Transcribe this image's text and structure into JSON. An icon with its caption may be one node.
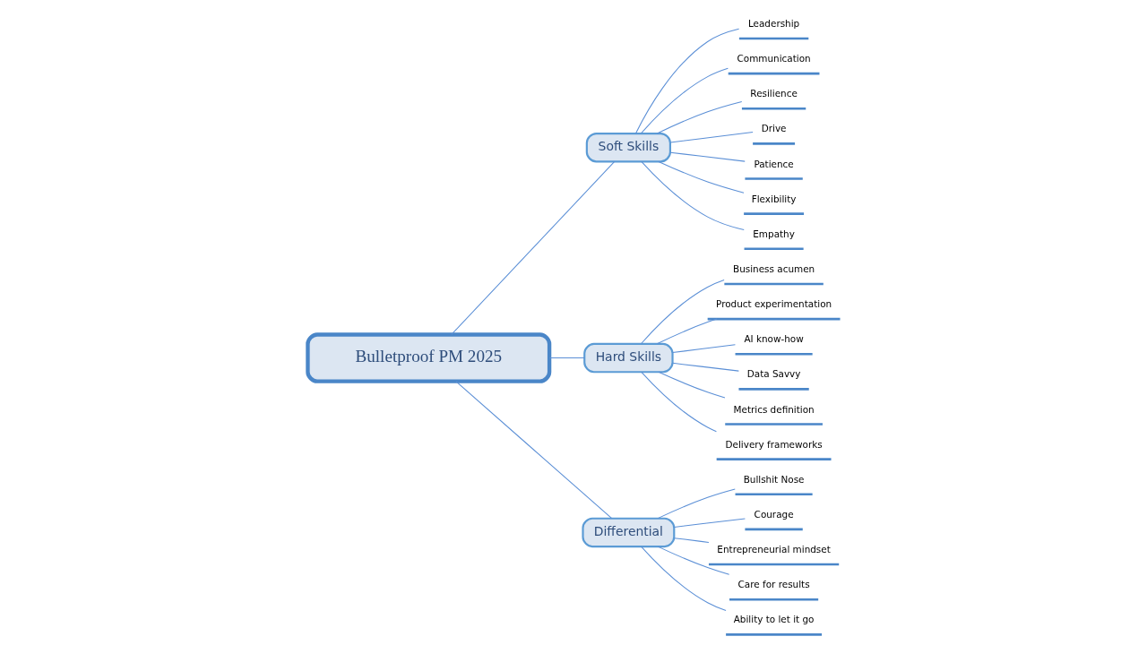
{
  "diagram": {
    "nodes": [
      {
        "text": [
          "Bulletproof PM 2025"
        ]
      },
      {
        "text": [
          "Soft Skills"
        ]
      },
      {
        "text": [
          "Leadership"
        ]
      },
      {
        "text": [
          "Communication"
        ]
      },
      {
        "text": [
          "Resilience"
        ]
      },
      {
        "text": [
          "Drive"
        ]
      },
      {
        "text": [
          "Patience"
        ]
      },
      {
        "text": [
          "Flexibility"
        ]
      },
      {
        "text": [
          "Empathy"
        ]
      },
      {
        "text": [
          "Hard Skills"
        ]
      },
      {
        "text": [
          "Business acumen"
        ]
      },
      {
        "text": [
          "Product experimentation"
        ]
      },
      {
        "text": [
          "AI know-how"
        ]
      },
      {
        "text": [
          "Data Savvy"
        ]
      },
      {
        "text": [
          "Metrics definition"
        ]
      },
      {
        "text": [
          "Delivery frameworks"
        ]
      },
      {
        "text": [
          "Differential"
        ]
      },
      {
        "text": [
          "Bullshit Nose"
        ]
      },
      {
        "text": [
          "Courage"
        ]
      },
      {
        "text": [
          "Entrepreneurial mindset"
        ]
      },
      {
        "text": [
          "Care for results"
        ]
      },
      {
        "text": [
          "Ability to let it go"
        ]
      }
    ],
    "edges": [
      {
        "from": 0,
        "to": 1,
        "arrow": "none"
      },
      {
        "from": 1,
        "to": 2,
        "arrow": "none"
      },
      {
        "from": 1,
        "to": 3,
        "arrow": "none"
      },
      {
        "from": 1,
        "to": 4,
        "arrow": "none"
      },
      {
        "from": 1,
        "to": 5,
        "arrow": "none"
      },
      {
        "from": 1,
        "to": 6,
        "arrow": "none"
      },
      {
        "from": 1,
        "to": 7,
        "arrow": "none"
      },
      {
        "from": 1,
        "to": 8,
        "arrow": "none"
      },
      {
        "from": 0,
        "to": 9,
        "arrow": "none"
      },
      {
        "from": 9,
        "to": 10,
        "arrow": "none"
      },
      {
        "from": 9,
        "to": 11,
        "arrow": "none"
      },
      {
        "from": 9,
        "to": 12,
        "arrow": "none"
      },
      {
        "from": 9,
        "to": 13,
        "arrow": "none"
      },
      {
        "from": 9,
        "to": 14,
        "arrow": "none"
      },
      {
        "from": 9,
        "to": 15,
        "arrow": "none"
      },
      {
        "from": 0,
        "to": 16,
        "arrow": "none"
      },
      {
        "from": 16,
        "to": 17,
        "arrow": "none"
      },
      {
        "from": 16,
        "to": 18,
        "arrow": "none"
      },
      {
        "from": 16,
        "to": 19,
        "arrow": "none"
      },
      {
        "from": 16,
        "to": 20,
        "arrow": "none"
      },
      {
        "from": 16,
        "to": 21,
        "arrow": "none"
      }
    ]
  }
}
